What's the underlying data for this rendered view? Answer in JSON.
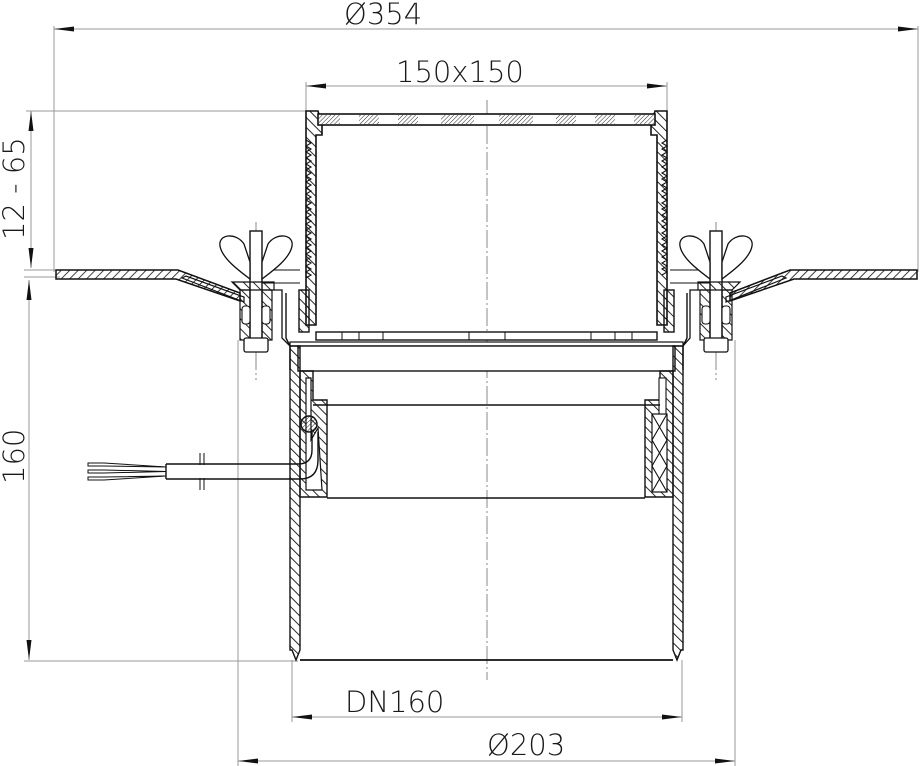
{
  "drawing": {
    "type": "technical cross-section drawing",
    "subject": "roof/floor drain with 150x150 grate, clamping flange, wing-nut bolts and heating cable",
    "colors": {
      "line": "#111111",
      "dimension_line": "#9a9a9a",
      "background": "#ffffff"
    }
  },
  "dimensions": {
    "overall_diameter": "Ø354",
    "grate_size": "150x150",
    "height_adjustment": "12 - 65",
    "body_height": "160",
    "nominal_diameter": "DN160",
    "outlet_outer_diameter": "Ø203"
  },
  "components": [
    {
      "name": "grate",
      "label": "150x150 grate (slotted)"
    },
    {
      "name": "top-frame",
      "label": "height-adjustable threaded frame"
    },
    {
      "name": "clamping-flange",
      "label": "sheet flange Ø354"
    },
    {
      "name": "wing-nut-left",
      "label": "wing nut bolt"
    },
    {
      "name": "wing-nut-right",
      "label": "wing nut bolt"
    },
    {
      "name": "heating-cable",
      "label": "heating cable with 3 wires"
    },
    {
      "name": "body",
      "label": "drain body DN160"
    },
    {
      "name": "seal-ring",
      "label": "o-ring seal"
    }
  ]
}
